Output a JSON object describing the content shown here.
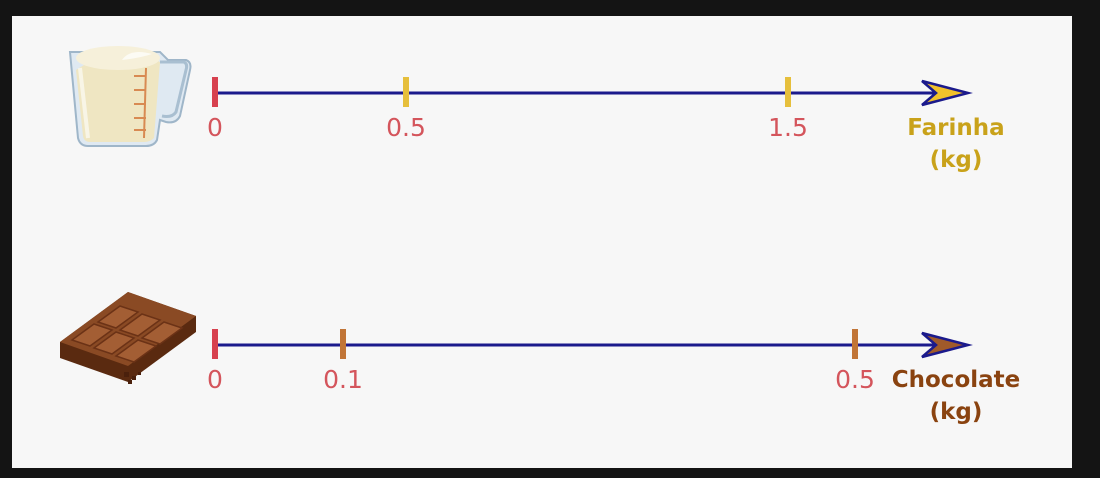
{
  "lines": [
    {
      "name": "Farinha",
      "unit": "(kg)",
      "label_color": "#c9a21a",
      "tick_color": "#e6bf3c",
      "arrow_fill": "#f1c12b",
      "icon": "flour-measuring-cup-icon",
      "ticks": [
        {
          "label": "0",
          "value": 0
        },
        {
          "label": "0.5",
          "value": 0.5
        },
        {
          "label": "1.5",
          "value": 1.5
        }
      ]
    },
    {
      "name": "Chocolate",
      "unit": "(kg)",
      "label_color": "#8a4310",
      "tick_color": "#c17537",
      "arrow_fill": "#a05a2a",
      "icon": "chocolate-bar-icon",
      "ticks": [
        {
          "label": "0",
          "value": 0
        },
        {
          "label": "0.1",
          "value": 0.1
        },
        {
          "label": "0.5",
          "value": 0.5
        }
      ]
    }
  ],
  "colors": {
    "axis": "#1b1a8c",
    "zero_tick": "#d7414f",
    "tick_text": "#d4555c"
  }
}
